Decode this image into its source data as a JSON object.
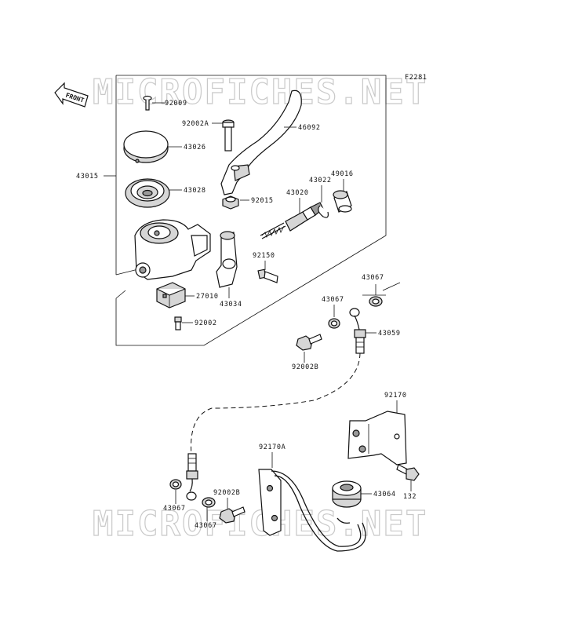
{
  "diagram_code": "F2281",
  "front_label": "FRONT",
  "watermarks": [
    "MICROFICHES.NET",
    "MICROFICHES.NET"
  ],
  "part_labels": {
    "p92009": "92009",
    "p92002A": "92002A",
    "p46092": "46092",
    "p43026": "43026",
    "p43015": "43015",
    "p43028": "43028",
    "p92015": "92015",
    "p43020": "43020",
    "p43022": "43022",
    "p49016": "49016",
    "p92150": "92150",
    "p27010": "27010",
    "p43034": "43034",
    "p92002": "92002",
    "p43067_a": "43067",
    "p43067_b": "43067",
    "p43059": "43059",
    "p92002B_a": "92002B",
    "p92170": "92170",
    "p92170A": "92170A",
    "p43064": "43064",
    "p132": "132",
    "p43067_c": "43067",
    "p92002B_b": "92002B",
    "p43067_d": "43067"
  }
}
